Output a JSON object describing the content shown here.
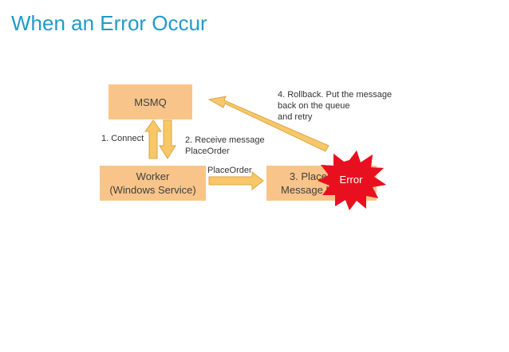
{
  "slide": {
    "title": "When an Error Occur"
  },
  "nodes": {
    "msmq": "MSMQ",
    "worker": "Worker\n(Windows Service)",
    "handler": "3. PlaceOrder\nMessage Handler"
  },
  "edges": {
    "connect": "1. Connect",
    "receive": "2. Receive message\nPlaceOrder",
    "place_order": "PlaceOrder",
    "rollback": "4. Rollback. Put the message\nback on the queue\nand retry"
  },
  "error_badge": {
    "label": "Error",
    "color": "#e8101f"
  },
  "colors": {
    "title": "#1f9bc9",
    "box_fill": "#f9c489",
    "arrow_fill": "#f7c76a",
    "arrow_stroke": "#d9a743"
  }
}
